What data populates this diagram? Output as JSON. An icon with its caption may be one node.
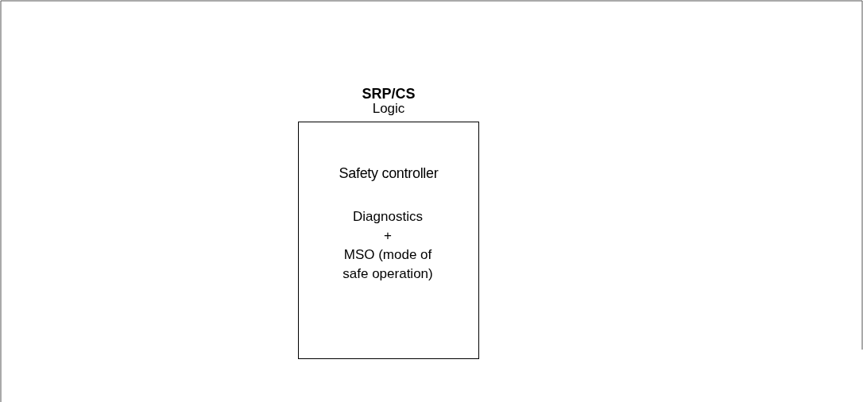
{
  "diagram": {
    "nodes": [
      {
        "text": [
          "SRP/CS",
          "Logic",
          "Safety controller",
          "Diagnostics",
          "+",
          "MSO (mode of safe operation)"
        ]
      }
    ]
  }
}
